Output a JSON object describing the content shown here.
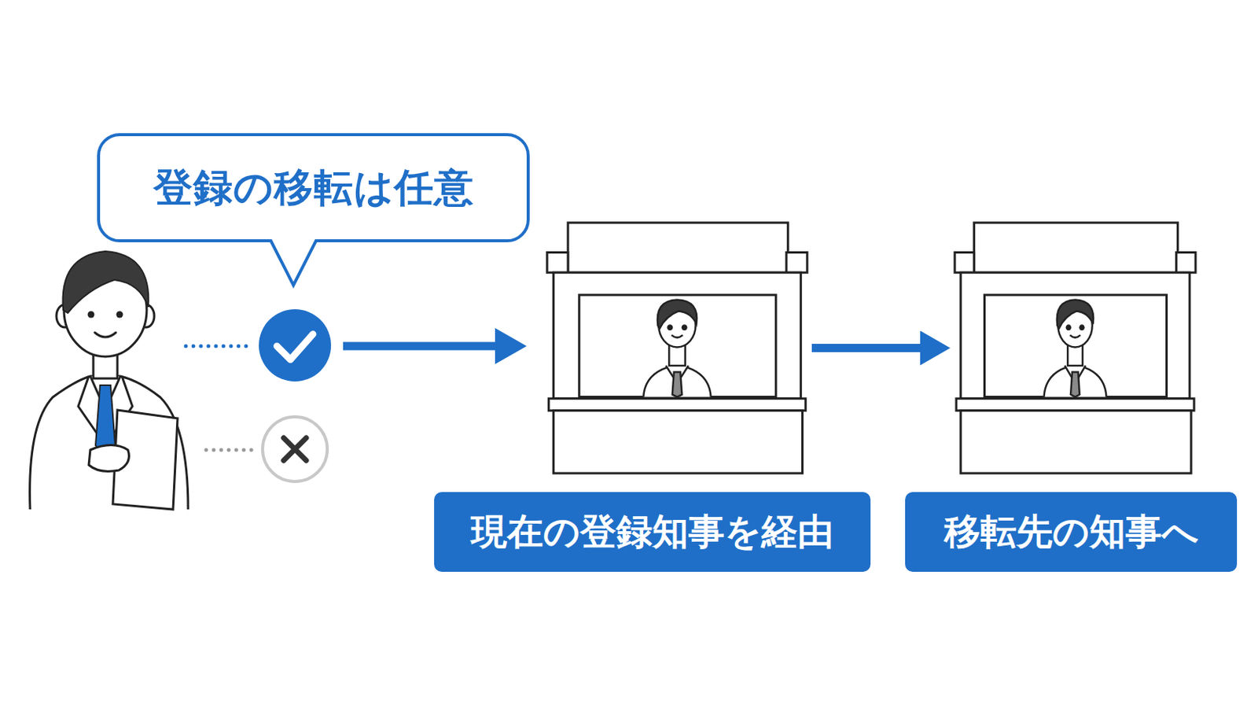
{
  "diagram": {
    "nodes": [
      {
        "text": [
          "登録の移転は任意"
        ]
      },
      {
        "text": [
          "現在の登録知事を経由"
        ]
      },
      {
        "text": [
          "移転先の知事へ"
        ]
      }
    ],
    "edges": [
      {
        "from": 1,
        "to": 2,
        "arrow": "to"
      }
    ]
  }
}
